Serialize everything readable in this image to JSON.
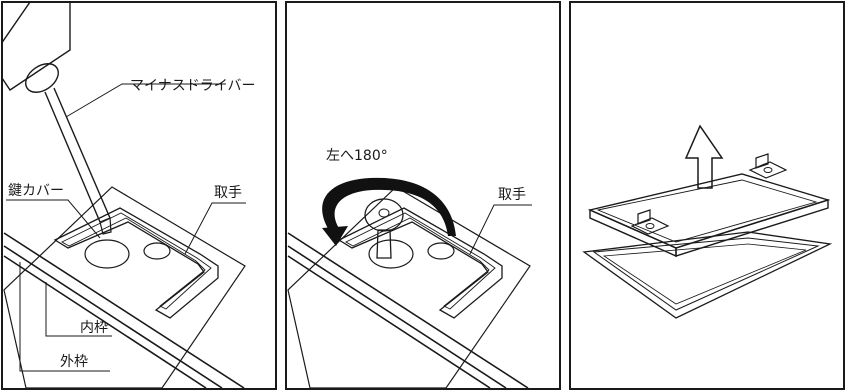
{
  "panels": [
    {
      "labels": {
        "screwdriver": "マイナスドライバー",
        "key_cover": "鍵カバー",
        "handle": "取手",
        "inner_frame": "内枠",
        "outer_frame": "外枠"
      }
    },
    {
      "labels": {
        "rotation": "左へ180°",
        "handle": "取手"
      }
    },
    {
      "labels": {}
    }
  ],
  "colors": {
    "line": "#1a1a1a",
    "rotation_arrow": "#111111",
    "opening_fill": "#d9d9d9"
  }
}
